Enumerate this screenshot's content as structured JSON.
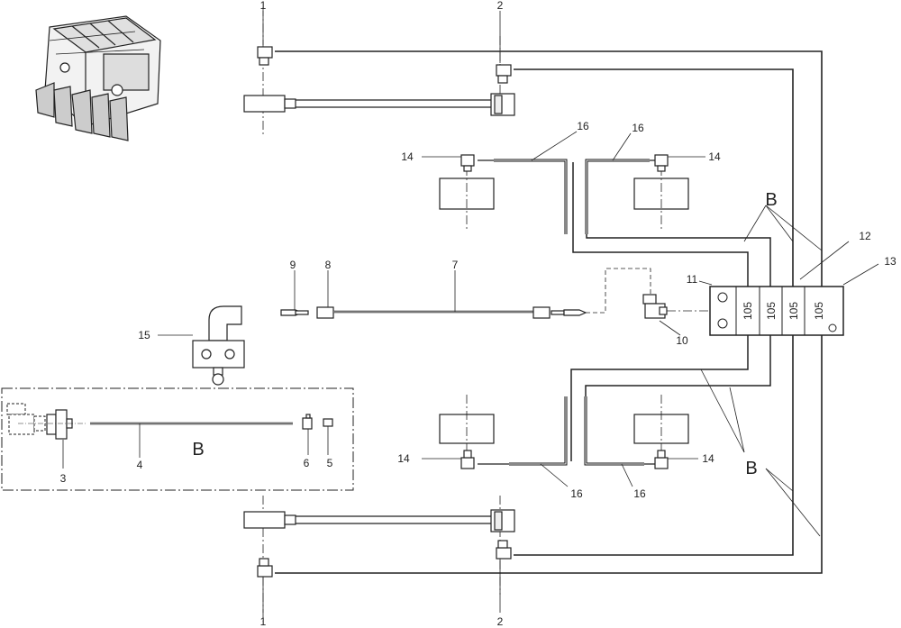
{
  "callouts": {
    "c1_top": "1",
    "c2_top": "2",
    "c1_bottom": "1",
    "c2_bottom": "2",
    "c3": "3",
    "c4": "4",
    "c5": "5",
    "c6": "6",
    "c7": "7",
    "c8": "8",
    "c9": "9",
    "c10": "10",
    "c11": "11",
    "c12": "12",
    "c13": "13",
    "c14_tl": "14",
    "c14_tr": "14",
    "c14_bl": "14",
    "c14_br": "14",
    "c15": "15",
    "c16_tl": "16",
    "c16_tr": "16",
    "c16_bl": "16",
    "c16_br": "16"
  },
  "group_labels": {
    "b_upper": "B",
    "b_lower": "B",
    "b_detail": "B"
  },
  "manifold_blocks": [
    "105",
    "105",
    "105",
    "105"
  ]
}
